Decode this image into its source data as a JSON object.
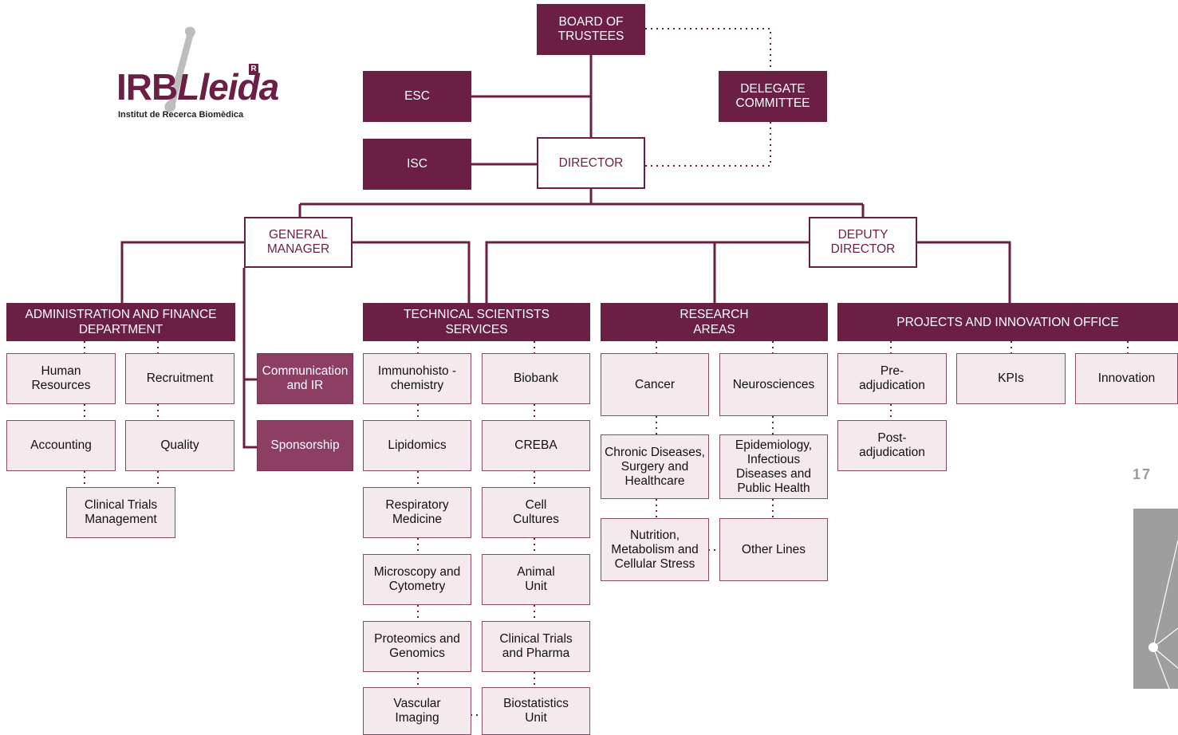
{
  "logo": {
    "main": "IRBLleida",
    "r_mark": "R",
    "subtitle": "Institut de Recerca Biomèdica"
  },
  "page_number": "17",
  "top": {
    "board": "BOARD OF TRUSTEES",
    "esc": "ESC",
    "isc": "ISC",
    "delegate": "DELEGATE COMMITTEE",
    "director": "DIRECTOR",
    "general_manager": "GENERAL MANAGER",
    "deputy_director": "DEPUTY DIRECTOR"
  },
  "headers": {
    "admin": "ADMINISTRATION AND FINANCE DEPARTMENT",
    "tss": "TECHNICAL SCIENTISTS SERVICES",
    "research": "RESEARCH AREAS",
    "projects": "PROJECTS AND INNOVATION OFFICE"
  },
  "admin": {
    "hr": "Human Resources",
    "recruitment": "Recruitment",
    "accounting": "Accounting",
    "quality": "Quality",
    "clinical_trials_mgmt": "Clinical Trials Management"
  },
  "gm_units": {
    "communication": "Communication and IR",
    "sponsorship": "Sponsorship"
  },
  "tss": {
    "immuno": "Immunohisto -chemistry",
    "biobank": "Biobank",
    "lipidomics": "Lipidomics",
    "creba": "CREBA",
    "respiratory": "Respiratory Medicine",
    "cell": "Cell Cultures",
    "microscopy": "Microscopy and Cytometry",
    "animal": "Animal Unit",
    "proteomics": "Proteomics and Genomics",
    "clinical_pharma": "Clinical Trials and Pharma",
    "vascular": "Vascular Imaging",
    "biostat": "Biostatistics Unit"
  },
  "research": {
    "cancer": "Cancer",
    "neuro": "Neurosciences",
    "chronic": "Chronic Diseases, Surgery and Healthcare",
    "epi": "Epidemiology, Infectious Diseases and Public Health",
    "nutrition": "Nutrition, Metabolism and Cellular Stress",
    "other": "Other Lines"
  },
  "projects": {
    "pre": "Pre- adjudication",
    "kpis": "KPIs",
    "innovation": "Innovation",
    "post": "Post- adjudication"
  },
  "colors": {
    "primary": "#6b1f44",
    "secondary": "#8d3f63",
    "light_fill": "#f4eaee",
    "deco_gray": "#9e9e9e"
  }
}
